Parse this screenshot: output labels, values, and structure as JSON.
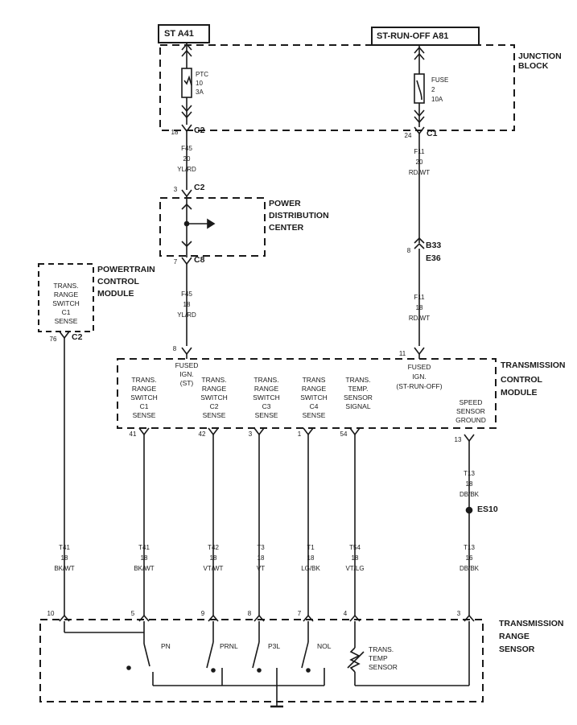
{
  "colors": {
    "ink": "#1a1a1a",
    "paper": "#ffffff"
  },
  "header": {
    "st_a41": "ST A41",
    "st_run_off_a81": "ST-RUN-OFF A81"
  },
  "junction_block": {
    "title_line1": "JUNCTION",
    "title_line2": "BLOCK",
    "ptc": {
      "l1": "PTC",
      "l2": "10",
      "l3": "3A"
    },
    "fuse": {
      "l1": "FUSE",
      "l2": "2",
      "l3": "10A"
    },
    "pin_left": "18",
    "conn_left": "C2",
    "pin_right": "24",
    "conn_right": "C1"
  },
  "wires_top": {
    "left": {
      "circuit": "F45",
      "gauge": "20",
      "color": "YL/RD"
    },
    "right": {
      "circuit": "F11",
      "gauge": "20",
      "color": "RD/WT"
    }
  },
  "pdc": {
    "title_line1": "POWER",
    "title_line2": "DISTRIBUTION",
    "title_line3": "CENTER",
    "pin_top": "3",
    "conn_top": "C2",
    "pin_bottom": "7",
    "conn_bottom": "C8"
  },
  "inline_conn": {
    "pin": "8",
    "conn1": "B33",
    "conn2": "E36"
  },
  "wires_mid": {
    "left": {
      "circuit": "F45",
      "gauge": "18",
      "color": "YL/RD"
    },
    "right": {
      "circuit": "F11",
      "gauge": "18",
      "color": "RD/WT"
    }
  },
  "pcm": {
    "title_line1": "POWERTRAIN",
    "title_line2": "CONTROL",
    "title_line3": "MODULE",
    "fn_lines": [
      "TRANS.",
      "RANGE",
      "SWITCH",
      "C1",
      "SENSE"
    ],
    "pin": "76",
    "conn": "C2"
  },
  "tcm": {
    "title_line1": "TRANSMISSION",
    "title_line2": "CONTROL",
    "title_line3": "MODULE",
    "pin_fused_st": "8",
    "fused_st": [
      "FUSED",
      "IGN.",
      "(ST)"
    ],
    "pin_fused_run": "11",
    "fused_run": [
      "FUSED",
      "IGN.",
      "(ST-RUN-OFF)"
    ],
    "functions": [
      {
        "pin": "41",
        "lines": [
          "TRANS.",
          "RANGE",
          "SWITCH",
          "C1",
          "SENSE"
        ]
      },
      {
        "pin": "42",
        "lines": [
          "TRANS.",
          "RANGE",
          "SWITCH",
          "C2",
          "SENSE"
        ]
      },
      {
        "pin": "3",
        "lines": [
          "TRANS.",
          "RANGE",
          "SWITCH",
          "C3",
          "SENSE"
        ]
      },
      {
        "pin": "1",
        "lines": [
          "TRANS",
          "RANGE",
          "SWITCH",
          "C4",
          "SENSE"
        ]
      },
      {
        "pin": "54",
        "lines": [
          "TRANS.",
          "TEMP.",
          "SENSOR",
          "SIGNAL"
        ]
      },
      {
        "pin": "13",
        "lines": [
          "SPEED",
          "SENSOR",
          "GROUND"
        ]
      }
    ]
  },
  "splice": {
    "label": "ES10",
    "wire_above": {
      "circuit": "T13",
      "gauge": "18",
      "color": "DB/BK"
    }
  },
  "wires_bottom": [
    {
      "circuit": "T41",
      "gauge": "18",
      "color": "BK/WT"
    },
    {
      "circuit": "T41",
      "gauge": "18",
      "color": "BK/WT"
    },
    {
      "circuit": "T42",
      "gauge": "18",
      "color": "VT/WT"
    },
    {
      "circuit": "T3",
      "gauge": "18",
      "color": "VT"
    },
    {
      "circuit": "T1",
      "gauge": "18",
      "color": "LG/BK"
    },
    {
      "circuit": "T54",
      "gauge": "18",
      "color": "VT/LG"
    },
    {
      "circuit": "T13",
      "gauge": "16",
      "color": "DB/BK"
    }
  ],
  "trs": {
    "title_line1": "TRANSMISSION",
    "title_line2": "RANGE",
    "title_line3": "SENSOR",
    "pins": [
      "10",
      "5",
      "9",
      "8",
      "7",
      "4",
      "3"
    ],
    "switches": [
      "PN",
      "PRNL",
      "P3L",
      "NOL"
    ],
    "temp_sensor": [
      "TRANS.",
      "TEMP",
      "SENSOR"
    ]
  }
}
